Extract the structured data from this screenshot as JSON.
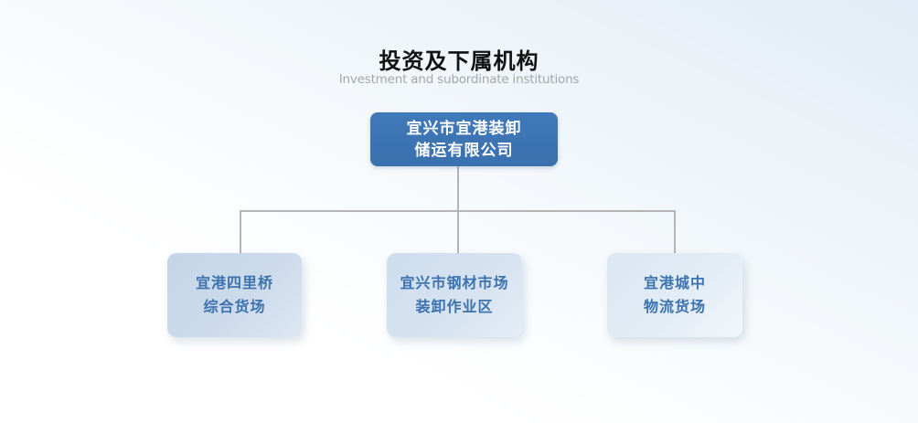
{
  "page": {
    "title": "投资及下属机构",
    "subtitle": "Investment and subordinate institutions"
  },
  "org_chart": {
    "type": "organization-tree",
    "root": {
      "name_line1": "宜兴市宜港装卸",
      "name_line2": "储运有限公司"
    },
    "children": [
      {
        "name_line1": "宜港四里桥",
        "name_line2": "综合货场"
      },
      {
        "name_line1": "宜兴市钢材市场",
        "name_line2": "装卸作业区"
      },
      {
        "name_line1": "宜港城中",
        "name_line2": "物流货场"
      }
    ]
  },
  "colors": {
    "background_top": "#e2ecf6",
    "background_bottom": "#ffffff",
    "title_text": "#121212",
    "subtitle_text": "#a6a6a6",
    "root_box_bg": "#3b73b2",
    "root_box_text": "#ffffff",
    "child_box_bg_1": "#c8d8ea",
    "child_box_bg_2": "#d2e0ee",
    "child_box_bg_3": "#e0eaf4",
    "child_box_text": "#3c72ae",
    "connector_line": "#b4b4b4"
  }
}
